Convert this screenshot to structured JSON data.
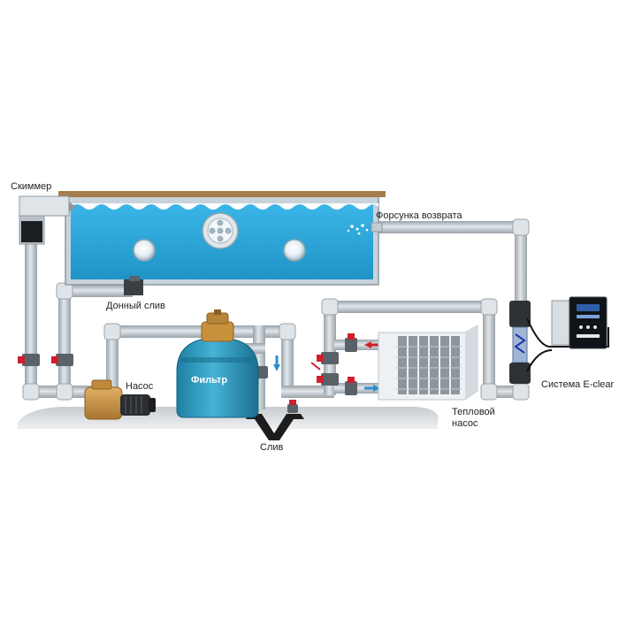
{
  "labels": {
    "skimmer": "Скиммер",
    "return_nozzle": "Форсунка возврата",
    "main_drain": "Донный слив",
    "pump": "Насос",
    "filter": "Фильтр",
    "drain": "Слив",
    "heat_pump_line1": "Тепловой",
    "heat_pump_line2": "насос",
    "eclear": "Система E-clear"
  },
  "colors": {
    "water": "#29a9df",
    "water_dark": "#1f95c8",
    "pool_wall": "#c9d3db",
    "pipe": "#c3cbd2",
    "pipe_edge": "#8e989f",
    "ground": "#d9dde2",
    "filter_tank": "#2c93b8",
    "pump_body": "#c8923d",
    "valve": "#d01f2b",
    "deck": "#a57d4c",
    "drain_fitting": "#1c1c1c"
  },
  "icons": [
    "pool",
    "skimmer",
    "main-drain",
    "lamp",
    "return-nozzle",
    "pump",
    "filter-tank",
    "heat-pump",
    "e-clear-unit",
    "valve",
    "flow-arrow"
  ]
}
